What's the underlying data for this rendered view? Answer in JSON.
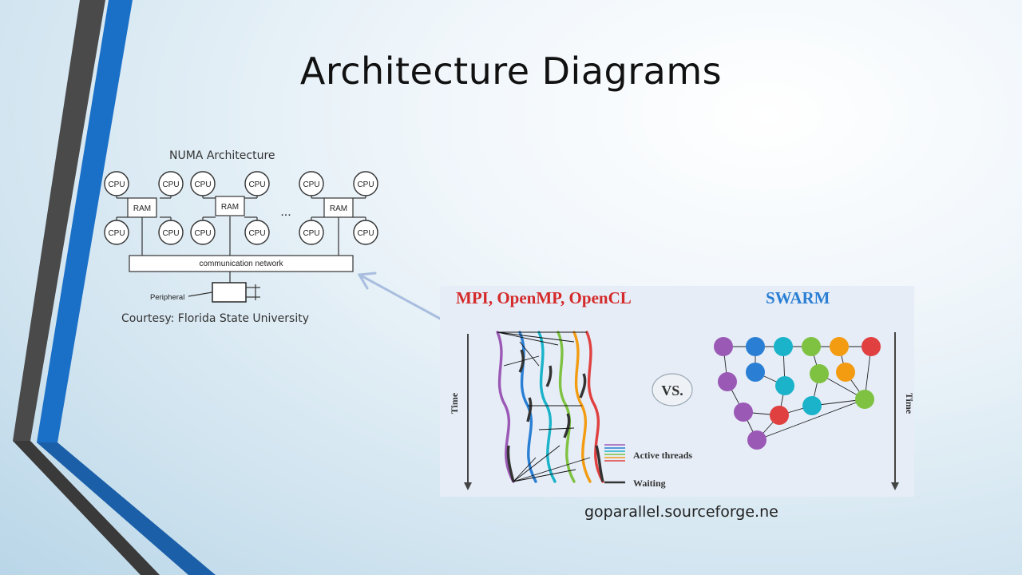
{
  "slide": {
    "title": "Architecture Diagrams"
  },
  "numa": {
    "caption": "NUMA Architecture",
    "cpu_label": "CPU",
    "ram_label": "RAM",
    "ellipsis": "...",
    "network_label": "communication network",
    "peripheral_label": "Peripheral",
    "credit": "Courtesy: Florida State University"
  },
  "swarm": {
    "left_heading": "MPI, OpenMP, OpenCL",
    "right_heading": "SWARM",
    "vs_label": "VS.",
    "time_label": "Time",
    "legend_active": "Active threads",
    "legend_waiting": "Waiting",
    "credit": "goparallel.sourceforge.ne"
  },
  "colors": {
    "accent_blue": "#1a6fc7",
    "dark_gray": "#4a4a4a",
    "heading_red": "#d42a2a",
    "heading_blue": "#2a7fd4",
    "arrow": "#a9bedf"
  }
}
